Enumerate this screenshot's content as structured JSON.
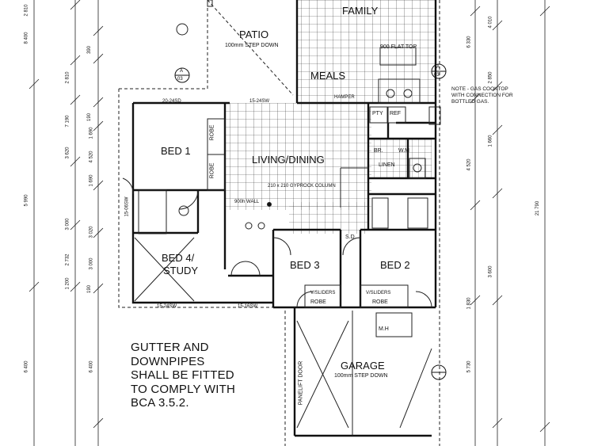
{
  "rooms": {
    "family": "FAMILY",
    "patio": "PATIO",
    "patio_note": "100mm STEP DOWN",
    "meals": "MEALS",
    "bed1": "BED 1",
    "living_dining": "LIVING/DINING",
    "bed4_line1": "BED 4/",
    "bed4_line2": "STUDY",
    "bed3": "BED 3",
    "bed2": "BED 2",
    "garage": "GARAGE",
    "garage_note": "100mm STEP DOWN"
  },
  "fixtures": {
    "flat_top": "900 FLAT TOP",
    "pty": "PTY",
    "ref": "REF",
    "br": "BR.",
    "wm": "W.M",
    "linen": "LINEN",
    "robe_bed1_a": "ROBE",
    "robe_bed1_b": "ROBE",
    "robe_bed3": "ROBE",
    "robe_bed2": "ROBE",
    "vsliders": "V/SLIDERS",
    "mh": "M.H",
    "panelift_door": "PANELIFT DOOR",
    "hamper": "HAMPER",
    "gyprock": "210 x 210 GYPROCK COLUMN",
    "wall_height": "900h WALL",
    "sd": "S.D"
  },
  "dimensions": {
    "eave_bed1": "20-24SD",
    "eave_living": "15-24SW",
    "eave_bed4": "15-24SW",
    "eave_bed3": "15-16SW",
    "window_bed1": "15-06SW",
    "left_col_a": [
      "2 810",
      "8 400",
      "2 810",
      "7 190",
      "3 620",
      "5 990",
      "2 732",
      "3 000",
      "1 200",
      "6 400"
    ],
    "left_col_b": [
      "390",
      "190",
      "1 690",
      "4 520",
      "1 690",
      "3 020",
      "3 000",
      "190",
      "6 400"
    ],
    "right_col_a": [
      "6 330",
      "4 010",
      "2 850",
      "4 520",
      "1 660",
      "3 600",
      "1 830",
      "5 730"
    ],
    "right_col_b": [
      "21 790"
    ]
  },
  "section_marks": [
    "A",
    "03",
    "A",
    "03"
  ],
  "gas_note": "NOTE - GAS COOKTOP WITH CONNECTION FOR BOTTLED GAS.",
  "compliance_note": {
    "line1": "GUTTER AND",
    "line2": "DOWNPIPES",
    "line3": "SHALL BE FITTED",
    "line4": "TO COMPLY WITH",
    "line5": "BCA 3.5.2."
  }
}
